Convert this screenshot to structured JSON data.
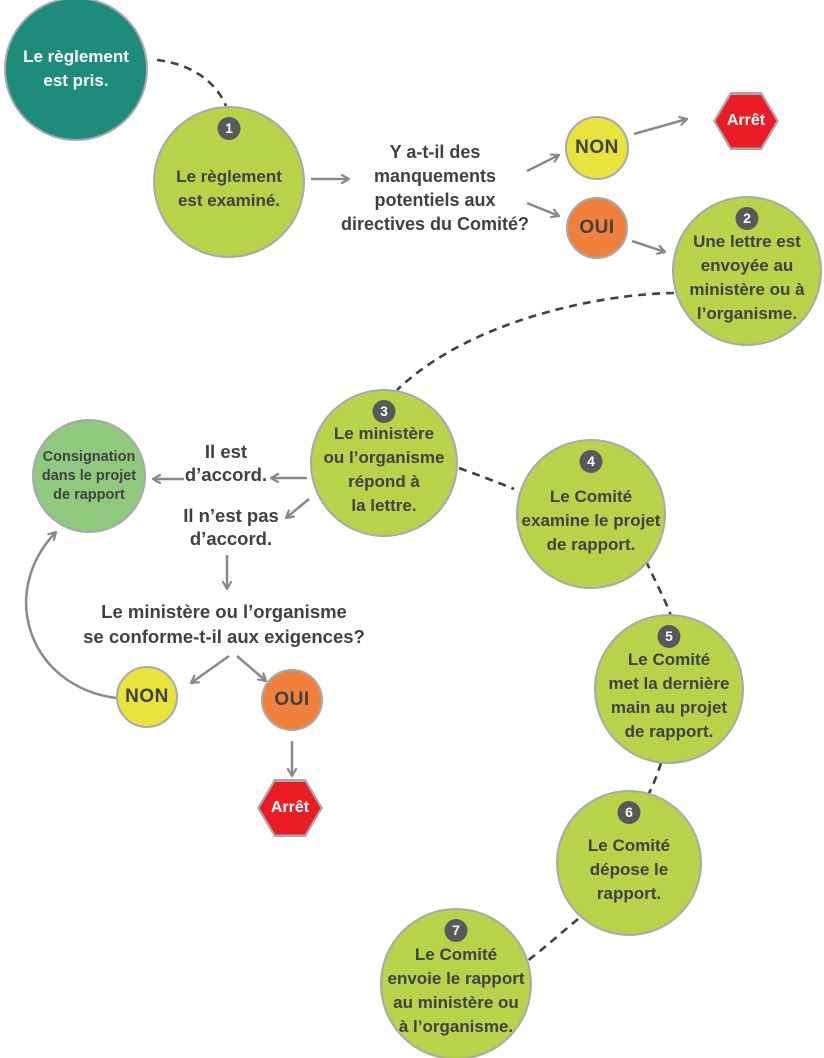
{
  "flowchart": {
    "start": {
      "lines": [
        "Le règlement",
        "est pris."
      ]
    },
    "steps": [
      {
        "number": "1",
        "lines": [
          "Le règlement",
          "est examiné."
        ]
      },
      {
        "number": "2",
        "lines": [
          "Une lettre est",
          "envoyée au",
          "ministère ou à",
          "l’organisme."
        ]
      },
      {
        "number": "3",
        "lines": [
          "Le ministère",
          "ou l’organisme",
          "répond à",
          "la lettre."
        ]
      },
      {
        "number": "4",
        "lines": [
          "Le Comité",
          "examine le projet",
          "de rapport."
        ]
      },
      {
        "number": "5",
        "lines": [
          "Le Comité",
          "met la dernière",
          "main au projet",
          "de rapport."
        ]
      },
      {
        "number": "6",
        "lines": [
          "Le Comité",
          "dépose le",
          "rapport."
        ]
      },
      {
        "number": "7",
        "lines": [
          "Le Comité",
          "envoie le rapport",
          "au ministère ou",
          "à l’organisme."
        ]
      }
    ],
    "question1": {
      "lines": [
        "Y a-t-il des",
        "manquements",
        "potentiels aux",
        "directives du Comité?"
      ]
    },
    "question2": {
      "lines": [
        "Le ministère ou l’organisme",
        "se conforme-t-il aux exigences?"
      ]
    },
    "agree": {
      "lines": [
        "Il est",
        "d’accord."
      ]
    },
    "disagree": {
      "lines": [
        "Il n’est pas",
        "d’accord."
      ]
    },
    "consignation": {
      "lines": [
        "Consignation",
        "dans le projet",
        "de rapport"
      ]
    },
    "labels": {
      "no": "NON",
      "yes": "OUI",
      "stop": "Arrêt"
    },
    "colors": {
      "start_teal": "#1e8b7d",
      "step_green": "#b8d24a",
      "consignation_green": "#8ec97e",
      "non_yellow": "#e9e43c",
      "oui_orange": "#f0813c",
      "stop_red": "#ec1c24",
      "badge_gray": "#58595b",
      "border_gray": "#a7a9ac",
      "arrow_gray": "#87898c",
      "dash_dark": "#414142",
      "text_dark": "#414142"
    }
  }
}
